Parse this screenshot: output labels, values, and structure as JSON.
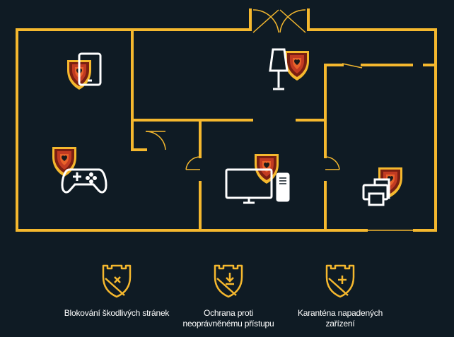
{
  "colors": {
    "background": "#0f1b24",
    "wall": "#f5b82e",
    "device": "#ffffff",
    "shield_outer": "#f5b82e",
    "shield_inner": "#c0392b",
    "heart": "#1a1a1a"
  },
  "devices": [
    {
      "icon": "tablet-icon",
      "room": "bedroom"
    },
    {
      "icon": "game-controller-icon",
      "room": "bedroom"
    },
    {
      "icon": "lamp-icon",
      "room": "living-room"
    },
    {
      "icon": "desktop-computer-icon",
      "room": "office"
    },
    {
      "icon": "printer-icon",
      "room": "side-room"
    }
  ],
  "features": [
    {
      "icon": "shield-x-icon",
      "label_line1": "Blokování škodlivých stránek",
      "label_line2": ""
    },
    {
      "icon": "shield-download-icon",
      "label_line1": "Ochrana proti",
      "label_line2": "neoprávněnému přístupu"
    },
    {
      "icon": "shield-plus-icon",
      "label_line1": "Karanténa napadených",
      "label_line2": "zařízení"
    }
  ]
}
